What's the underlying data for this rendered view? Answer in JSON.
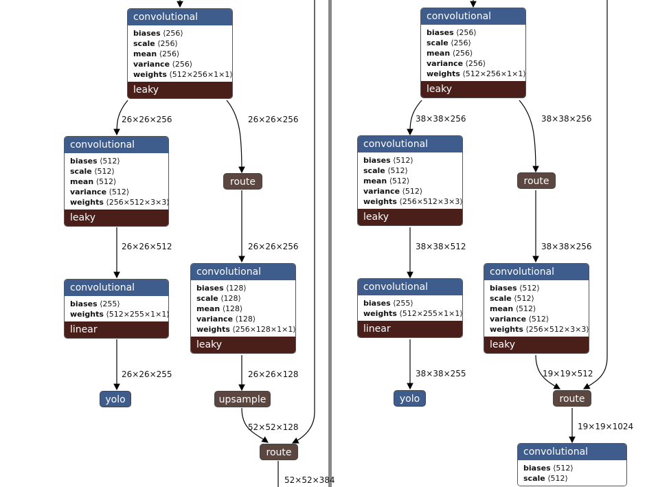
{
  "left": {
    "conv1": {
      "title": "convolutional",
      "params": [
        [
          "biases",
          "⟨256⟩"
        ],
        [
          "scale",
          "⟨256⟩"
        ],
        [
          "mean",
          "⟨256⟩"
        ],
        [
          "variance",
          "⟨256⟩"
        ],
        [
          "weights",
          "⟨512×256×1×1⟩"
        ]
      ],
      "activation": "leaky"
    },
    "conv2": {
      "title": "convolutional",
      "params": [
        [
          "biases",
          "⟨512⟩"
        ],
        [
          "scale",
          "⟨512⟩"
        ],
        [
          "mean",
          "⟨512⟩"
        ],
        [
          "variance",
          "⟨512⟩"
        ],
        [
          "weights",
          "⟨256×512×3×3⟩"
        ]
      ],
      "activation": "leaky"
    },
    "conv3": {
      "title": "convolutional",
      "params": [
        [
          "biases",
          "⟨255⟩"
        ],
        [
          "weights",
          "⟨512×255×1×1⟩"
        ]
      ],
      "activation": "linear"
    },
    "conv4": {
      "title": "convolutional",
      "params": [
        [
          "biases",
          "⟨128⟩"
        ],
        [
          "scale",
          "⟨128⟩"
        ],
        [
          "mean",
          "⟨128⟩"
        ],
        [
          "variance",
          "⟨128⟩"
        ],
        [
          "weights",
          "⟨256×128×1×1⟩"
        ]
      ],
      "activation": "leaky"
    },
    "route1": "route",
    "yolo": "yolo",
    "upsample": "upsample",
    "route2": "route",
    "edges": {
      "e1": "26×26×256",
      "e2": "26×26×256",
      "e3": "26×26×512",
      "e4": "26×26×256",
      "e5": "26×26×255",
      "e6": "26×26×128",
      "e7": "52×52×128",
      "e8": "52×52×384"
    }
  },
  "right": {
    "conv1": {
      "title": "convolutional",
      "params": [
        [
          "biases",
          "⟨256⟩"
        ],
        [
          "scale",
          "⟨256⟩"
        ],
        [
          "mean",
          "⟨256⟩"
        ],
        [
          "variance",
          "⟨256⟩"
        ],
        [
          "weights",
          "⟨512×256×1×1⟩"
        ]
      ],
      "activation": "leaky"
    },
    "conv2": {
      "title": "convolutional",
      "params": [
        [
          "biases",
          "⟨512⟩"
        ],
        [
          "scale",
          "⟨512⟩"
        ],
        [
          "mean",
          "⟨512⟩"
        ],
        [
          "variance",
          "⟨512⟩"
        ],
        [
          "weights",
          "⟨256×512×3×3⟩"
        ]
      ],
      "activation": "leaky"
    },
    "conv3": {
      "title": "convolutional",
      "params": [
        [
          "biases",
          "⟨255⟩"
        ],
        [
          "weights",
          "⟨512×255×1×1⟩"
        ]
      ],
      "activation": "linear"
    },
    "conv4": {
      "title": "convolutional",
      "params": [
        [
          "biases",
          "⟨512⟩"
        ],
        [
          "scale",
          "⟨512⟩"
        ],
        [
          "mean",
          "⟨512⟩"
        ],
        [
          "variance",
          "⟨512⟩"
        ],
        [
          "weights",
          "⟨256×512×3×3⟩"
        ]
      ],
      "activation": "leaky"
    },
    "conv5": {
      "title": "convolutional",
      "params": [
        [
          "biases",
          "⟨512⟩"
        ],
        [
          "scale",
          "⟨512⟩"
        ]
      ]
    },
    "route1": "route",
    "yolo": "yolo",
    "route2": "route",
    "edges": {
      "e1": "38×38×256",
      "e2": "38×38×256",
      "e3": "38×38×512",
      "e4": "38×38×256",
      "e5": "38×38×255",
      "e6": "19×19×512",
      "e7": "19×19×1024"
    }
  },
  "colors": {
    "header": "#3f5d8c",
    "activation": "#4a1f19",
    "route": "#5b4640",
    "yolo": "#3f5d8c",
    "divider": "#888888"
  }
}
